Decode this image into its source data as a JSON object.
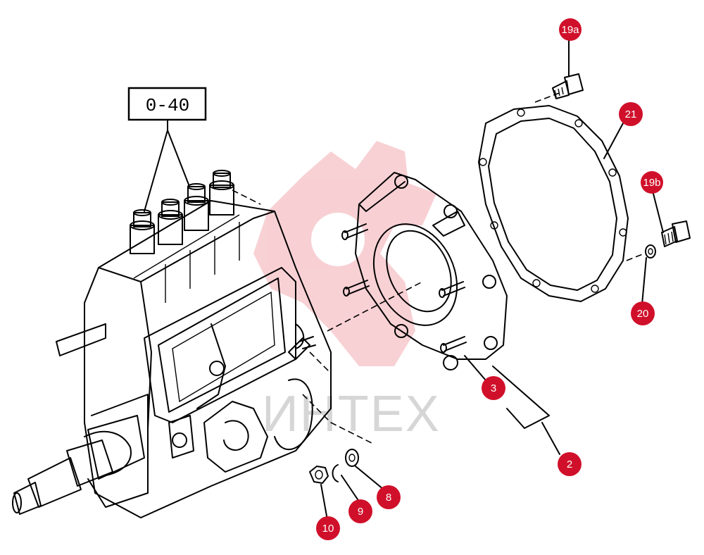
{
  "ref_box_label": "0-40",
  "watermark_text": "ИНТЕХ",
  "colors": {
    "callout": "#d0102a",
    "watermark": "#f4b8bd",
    "line": "#000000"
  },
  "callouts": [
    {
      "id": "19a",
      "label": "19a"
    },
    {
      "id": "21",
      "label": "21"
    },
    {
      "id": "19b",
      "label": "19b"
    },
    {
      "id": "20",
      "label": "20"
    },
    {
      "id": "3",
      "label": "3"
    },
    {
      "id": "2",
      "label": "2"
    },
    {
      "id": "8",
      "label": "8"
    },
    {
      "id": "9",
      "label": "9"
    },
    {
      "id": "10",
      "label": "10"
    }
  ]
}
